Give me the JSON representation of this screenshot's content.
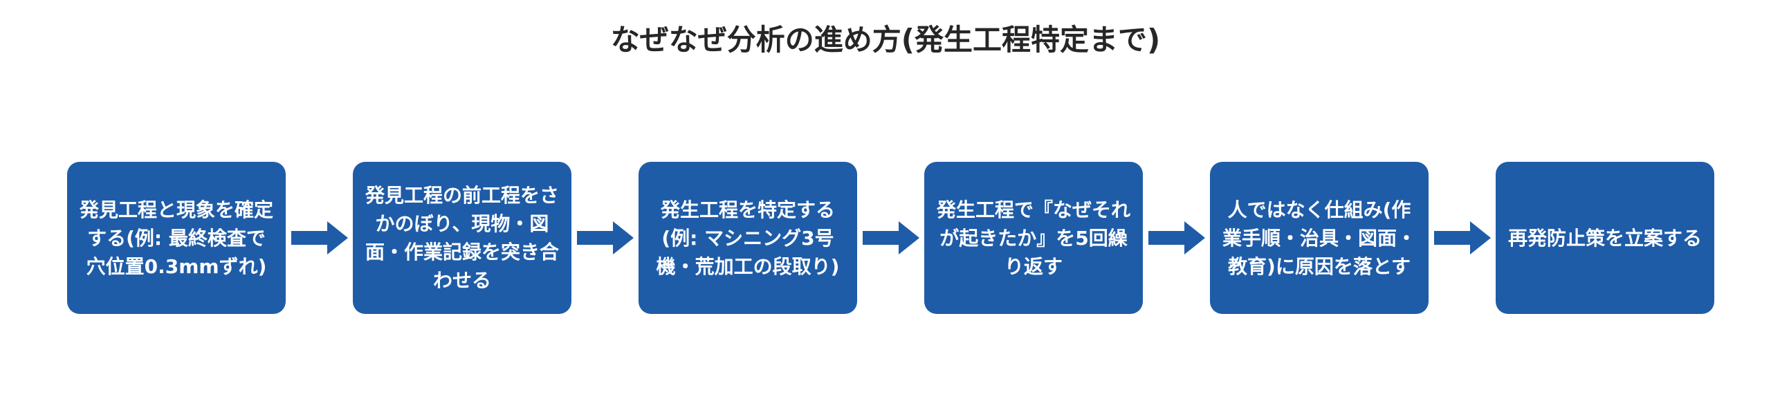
{
  "title": "なぜなぜ分析の進め方(発生工程特定まで)",
  "steps": [
    {
      "label": "発見工程と現象を確定する(例: 最終検査で穴位置0.3mmずれ)"
    },
    {
      "label": "発見工程の前工程をさかのぼり、現物・図面・作業記録を突き合わせる"
    },
    {
      "label": "発生工程を特定する(例: マシニング3号機・荒加工の段取り)"
    },
    {
      "label": "発生工程で『なぜそれが起きたか』を5回繰り返す"
    },
    {
      "label": "人ではなく仕組み(作業手順・治具・図面・教育)に原因を落とす"
    },
    {
      "label": "再発防止策を立案する"
    }
  ],
  "colors": {
    "box_fill": "#1f5ca8",
    "arrow_fill": "#1f5ca8",
    "box_text": "#ffffff",
    "title_text": "#262626"
  }
}
